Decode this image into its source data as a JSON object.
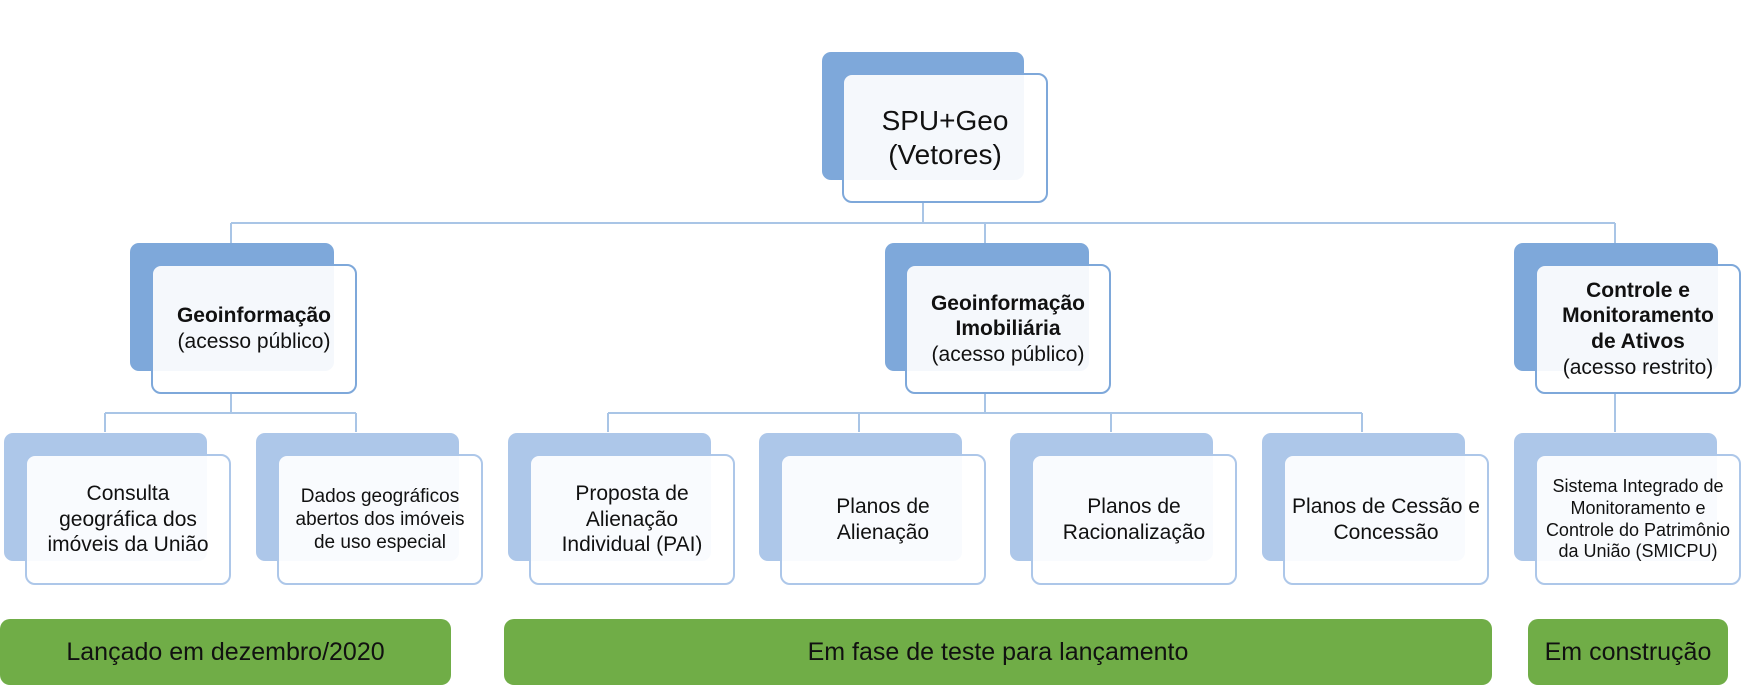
{
  "root": {
    "title": "SPU+Geo",
    "subtitle": "(Vetores)"
  },
  "branches": [
    {
      "title": "Geoinformação",
      "subtitle": "(acesso público)",
      "children": [
        "Consulta geográfica dos imóveis da União",
        "Dados geográficos abertos dos imóveis de uso especial"
      ]
    },
    {
      "title": "Geoinformação Imobiliária",
      "subtitle": "(acesso público)",
      "children": [
        "Proposta de Alienação Individual (PAI)",
        "Planos de Alienação",
        "Planos de Racionalização",
        "Planos de Cessão e Concessão"
      ]
    },
    {
      "title": "Controle e Monitoramento de Ativos",
      "subtitle": "(acesso restrito)",
      "children": [
        "Sistema Integrado de Monitoramento e Controle do Patrimônio da União (SMICPU)"
      ]
    }
  ],
  "status": [
    "Lançado em dezembro/2020",
    "Em fase de teste para lançamento",
    "Em construção"
  ],
  "colors": {
    "connector": "#a9c5e6",
    "node_border": "#7ea8da",
    "node_shadow_dark": "#7ea8da",
    "node_shadow_light": "#adc7e9",
    "status_fill": "#70ad47"
  }
}
